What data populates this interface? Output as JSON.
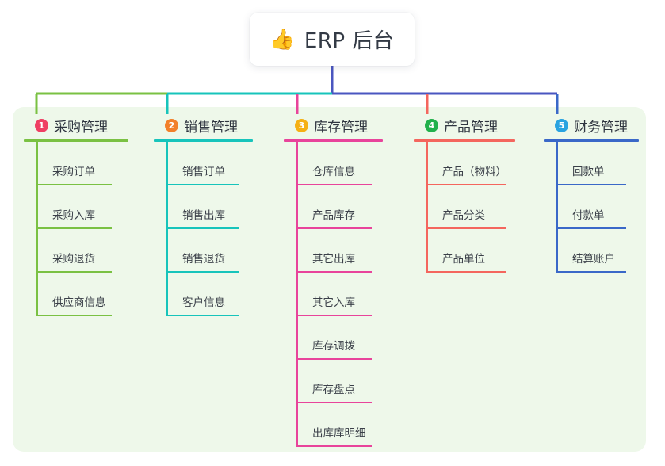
{
  "page": {
    "background": "#ffffff",
    "panel_background": "#eef8ea"
  },
  "root": {
    "emoji": "👍",
    "emoji_name": "thumbs-up-icon",
    "title": "ERP 后台",
    "connector_color": "#4a56c0"
  },
  "branches": [
    {
      "index": "1",
      "title": "采购管理",
      "badge_color": "#ef3f63",
      "line_color": "#7ac143",
      "bus_color": "#7ac143",
      "leaves": [
        "采购订单",
        "采购入库",
        "采购退货",
        "供应商信息"
      ]
    },
    {
      "index": "2",
      "title": "销售管理",
      "badge_color": "#f2802a",
      "line_color": "#17c4bb",
      "bus_color": "#17c4bb",
      "leaves": [
        "销售订单",
        "销售出库",
        "销售退货",
        "客户信息"
      ]
    },
    {
      "index": "3",
      "title": "库存管理",
      "badge_color": "#f5b014",
      "line_color": "#e8449b",
      "bus_color": "#4a56c0",
      "leaves": [
        "仓库信息",
        "产品库存",
        "其它出库",
        "其它入库",
        "库存调拨",
        "库存盘点",
        "出库库明细"
      ]
    },
    {
      "index": "4",
      "title": "产品管理",
      "badge_color": "#22b14c",
      "line_color": "#f4665e",
      "bus_color": "#4a56c0",
      "leaves": [
        "产品（物料）",
        "产品分类",
        "产品单位"
      ]
    },
    {
      "index": "5",
      "title": "财务管理",
      "badge_color": "#29a3e0",
      "line_color": "#3a68c8",
      "bus_color": "#4a56c0",
      "leaves": [
        "回款单",
        "付款单",
        "结算账户"
      ]
    }
  ]
}
